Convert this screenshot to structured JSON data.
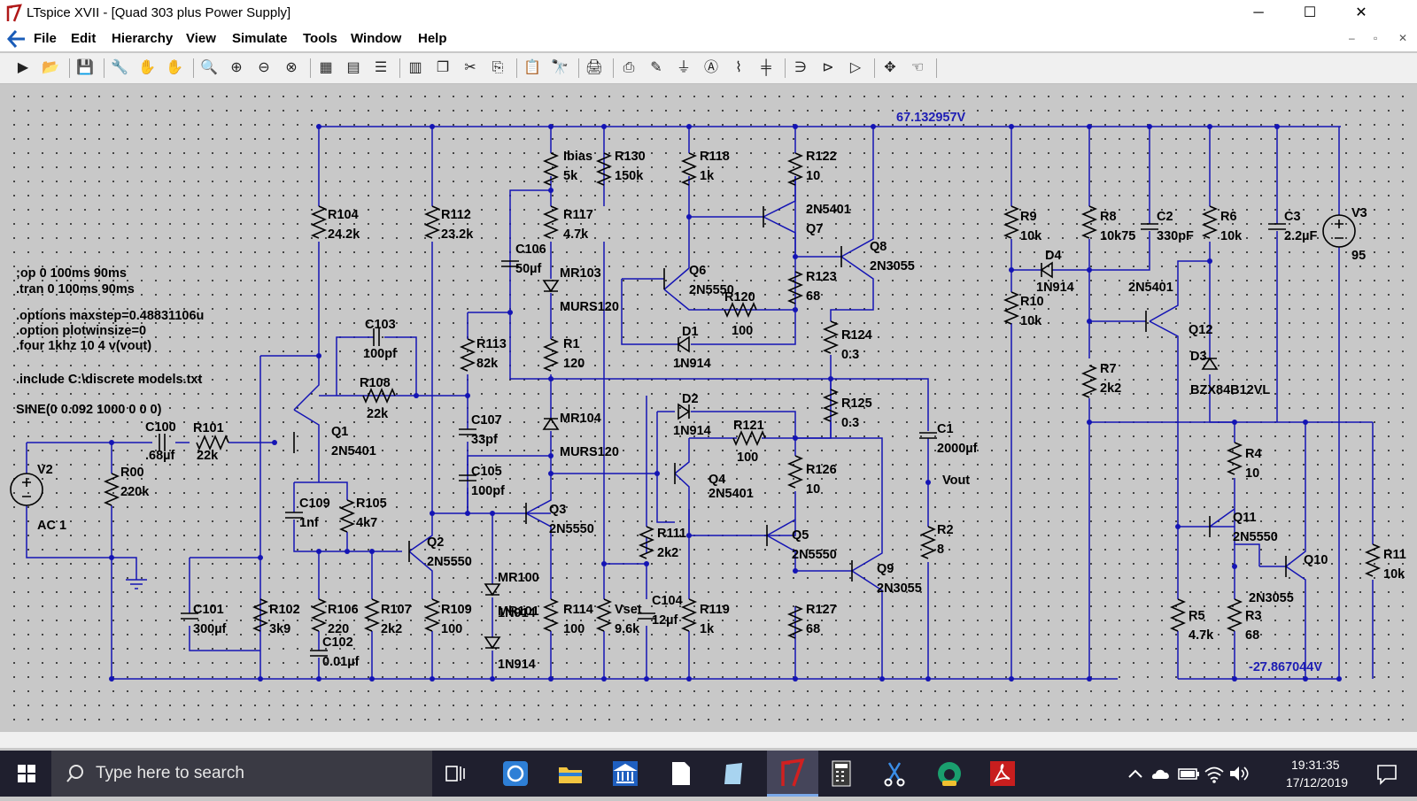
{
  "window": {
    "title": "LTspice XVII - [Quad 303 plus Power Supply]",
    "minimize": "─",
    "maximize": "☐",
    "close": "✕"
  },
  "menu": [
    "File",
    "Edit",
    "Hierarchy",
    "View",
    "Simulate",
    "Tools",
    "Window",
    "Help"
  ],
  "mdi": {
    "minimize": "–",
    "restore": "▫",
    "close": "✕"
  },
  "toolbar_icons": [
    "run-icon",
    "open-icon",
    "save-icon",
    "control-panel-icon",
    "halt-icon",
    "pan-icon",
    "zoom-in-icon",
    "zoom-area-icon",
    "zoom-out-icon",
    "zoom-fit-icon",
    "autorange-icon",
    "ascii-icon",
    "tile-horizontal-icon",
    "tile-vertical-icon",
    "cascade-icon",
    "cut-icon",
    "copy-icon",
    "paste-icon",
    "find-icon",
    "print-icon",
    "print-setup-icon",
    "draw-wire-icon",
    "ground-icon",
    "label-net-icon",
    "resistor-icon",
    "capacitor-icon",
    "inductor-icon",
    "diode-icon",
    "component-icon",
    "move-icon",
    "drag-icon",
    "undo-icon",
    "redo-icon",
    "rotate-icon",
    "mirror-icon",
    "text-icon",
    "spice-directive-icon"
  ],
  "spice_text": {
    "op": ";op 0 100ms 90ms",
    "tran": ".tran 0 100ms 90ms",
    "maxstep": ".options maxstep=0.48831106u",
    "plotwin": ".option plotwinsize=0",
    "four": ".four 1khz 10 4 v(vout)",
    "include": ".include C:\\discrete models.txt",
    "sine": "SINE(0 0.092 1000 0 0 0)"
  },
  "node_labels": {
    "top_rail": "67.132957V",
    "bottom_rail": "-27.867044V",
    "vout": "Vout"
  },
  "components": {
    "V2": {
      "name": "V2",
      "value": "AC 1"
    },
    "R00": {
      "name": "R00",
      "value": "220k"
    },
    "C100": {
      "name": "C100",
      "value": ".68µf"
    },
    "R101": {
      "name": "R101",
      "value": "22k"
    },
    "C101": {
      "name": "C101",
      "value": "300µf"
    },
    "R102": {
      "name": "R102",
      "value": "3k9"
    },
    "R104": {
      "name": "R104",
      "value": "24.2k"
    },
    "Q1": {
      "name": "Q1",
      "value": "2N5401"
    },
    "C103": {
      "name": "C103",
      "value": "100pf"
    },
    "R108": {
      "name": "R108",
      "value": "22k"
    },
    "C109": {
      "name": "C109",
      "value": "1nf"
    },
    "R105": {
      "name": "R105",
      "value": "4k7"
    },
    "R106": {
      "name": "R106",
      "value": "220"
    },
    "C102": {
      "name": "C102",
      "value": "0.01µf"
    },
    "R107": {
      "name": "R107",
      "value": "2k2"
    },
    "R112": {
      "name": "R112",
      "value": "23.2k"
    },
    "Q2": {
      "name": "Q2",
      "value": "2N5550"
    },
    "R109": {
      "name": "R109",
      "value": "100"
    },
    "R113": {
      "name": "R113",
      "value": "82k"
    },
    "C106": {
      "name": "C106",
      "value": "50µf"
    },
    "C107": {
      "name": "C107",
      "value": "33pf"
    },
    "C105": {
      "name": "C105",
      "value": "100pf"
    },
    "MR100": {
      "name": "MR100",
      "value": "1N914"
    },
    "MR101": {
      "name": "MR101",
      "value": "1N914"
    },
    "Ibias": {
      "name": "Ibias",
      "value": "5k"
    },
    "R117": {
      "name": "R117",
      "value": "4.7k"
    },
    "MR103": {
      "name": "MR103",
      "value": "MURS120"
    },
    "R1": {
      "name": "R1",
      "value": "120"
    },
    "MR104": {
      "name": "MR104",
      "value": "MURS120"
    },
    "Q3": {
      "name": "Q3",
      "value": "2N5550"
    },
    "R114": {
      "name": "R114",
      "value": "100"
    },
    "R130": {
      "name": "R130",
      "value": "150k"
    },
    "Vset": {
      "name": "Vset",
      "value": "9.6k"
    },
    "C104": {
      "name": "C104",
      "value": "12µf"
    },
    "R111": {
      "name": "R111",
      "value": "2k2"
    },
    "R118": {
      "name": "R118",
      "value": "1k"
    },
    "Q6": {
      "name": "Q6",
      "value": "2N5550"
    },
    "R120": {
      "name": "R120",
      "value": "100"
    },
    "D1": {
      "name": "D1",
      "value": "1N914"
    },
    "D2": {
      "name": "D2",
      "value": "1N914"
    },
    "R121": {
      "name": "R121",
      "value": "100"
    },
    "Q4": {
      "name": "Q4",
      "value": "2N5401"
    },
    "R119": {
      "name": "R119",
      "value": "1k"
    },
    "R122": {
      "name": "R122",
      "value": "10"
    },
    "Q7": {
      "name": "Q7",
      "value": "2N5401"
    },
    "R123": {
      "name": "R123",
      "value": "68"
    },
    "Q8": {
      "name": "Q8",
      "value": "2N3055"
    },
    "R124": {
      "name": "R124",
      "value": "0.3"
    },
    "R125": {
      "name": "R125",
      "value": "0.3"
    },
    "R126": {
      "name": "R126",
      "value": "10"
    },
    "Q5": {
      "name": "Q5",
      "value": "2N5550"
    },
    "R127": {
      "name": "R127",
      "value": "68"
    },
    "Q9": {
      "name": "Q9",
      "value": "2N3055"
    },
    "C1": {
      "name": "C1",
      "value": "2000µf"
    },
    "R2": {
      "name": "R2",
      "value": "8"
    },
    "R9": {
      "name": "R9",
      "value": "10k"
    },
    "R10": {
      "name": "R10",
      "value": "10k"
    },
    "D4": {
      "name": "D4",
      "value": "1N914"
    },
    "R8": {
      "name": "R8",
      "value": "10k75"
    },
    "C2": {
      "name": "C2",
      "value": "330pF"
    },
    "R6": {
      "name": "R6",
      "value": "10k"
    },
    "C3": {
      "name": "C3",
      "value": "2.2µF"
    },
    "V3": {
      "name": "V3",
      "value": "95"
    },
    "Q12": {
      "name": "Q12",
      "value": "2N5401"
    },
    "D3": {
      "name": "D3",
      "value": "BZX84B12VL"
    },
    "R7": {
      "name": "R7",
      "value": "2k2"
    },
    "R4": {
      "name": "R4",
      "value": "10"
    },
    "Q11": {
      "name": "Q11",
      "value": "2N5550"
    },
    "Q10": {
      "name": "Q10",
      "value": "2N3055"
    },
    "R5": {
      "name": "R5",
      "value": "4.7k"
    },
    "R3": {
      "name": "R3",
      "value": "68"
    },
    "R11": {
      "name": "R11",
      "value": "10k"
    }
  },
  "taskbar": {
    "search_placeholder": "Type here to search",
    "time": "19:31:35",
    "date": "17/12/2019"
  },
  "colors": {
    "wire": "#1414b4",
    "canvas": "#c8c8c8",
    "taskbar": "#1f1f2e"
  }
}
